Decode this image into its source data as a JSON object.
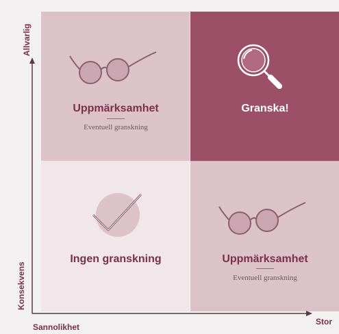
{
  "axes": {
    "y_top_label": "Allvarlig",
    "y_bottom_label": "Konsekvens",
    "x_left_label": "Sannolikhet",
    "x_right_label": "Stor"
  },
  "quadrants": {
    "top_left": {
      "title": "Uppmärksamhet",
      "subtitle": "Eventuell granskning",
      "icon": "glasses-icon"
    },
    "top_right": {
      "title": "Granska!",
      "icon": "magnifier-icon"
    },
    "bottom_left": {
      "title": "Ingen granskning",
      "icon": "checkmark-icon"
    },
    "bottom_right": {
      "title": "Uppmärksamhet",
      "subtitle": "Eventuell granskning",
      "icon": "glasses-icon"
    }
  },
  "colors": {
    "quadrant_light": "#dcc3ca",
    "quadrant_dark": "#9b5068",
    "quadrant_pale": "#f1e6e9",
    "text_accent": "#7a2f4a",
    "axis": "#5a3a46"
  }
}
